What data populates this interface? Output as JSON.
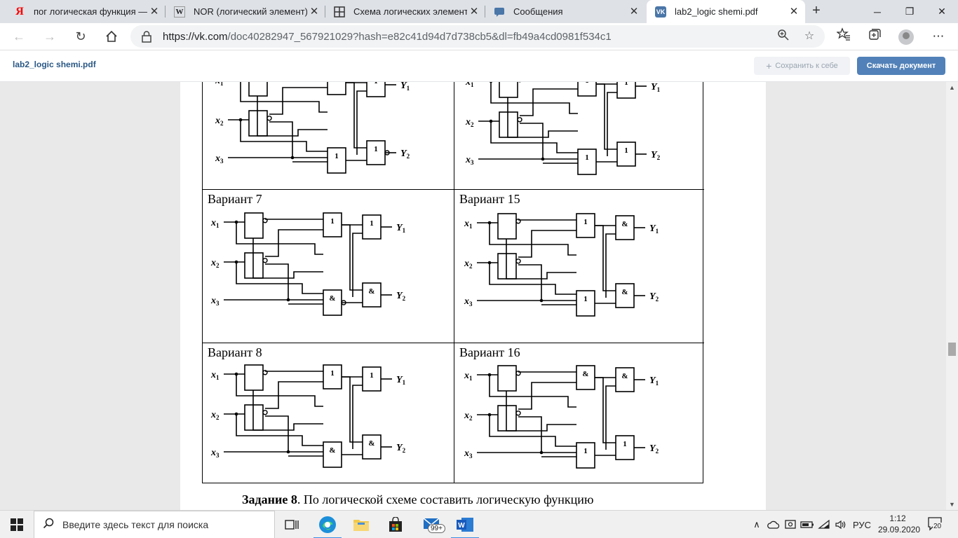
{
  "browser": {
    "tabs": [
      {
        "title": "пог логическая функция — Ян",
        "icon": "yandex-icon",
        "active": false
      },
      {
        "title": "NOR (логический элемент) В",
        "icon": "wikipedia-icon",
        "active": false
      },
      {
        "title": "Схема логических элементов",
        "icon": "grid-icon",
        "active": false
      },
      {
        "title": "Сообщения",
        "icon": "messages-icon",
        "active": false
      },
      {
        "title": "lab2_logic shemi.pdf",
        "icon": "vk-icon",
        "active": true
      }
    ],
    "new_tab": "+",
    "url_host": "https://vk.com",
    "url_path": "/doc40282947_567921029?hash=e82c41d94d7d738cb5&dl=fb49a4cd0981f534c1"
  },
  "doc_header": {
    "title": "lab2_logic shemi.pdf",
    "save_label": "Сохранить к себе",
    "download_label": "Скачать документ"
  },
  "document": {
    "variants": {
      "v7": "Вариант 7",
      "v15": "Вариант 15",
      "v8": "Вариант 8",
      "v16": "Вариант 16"
    },
    "gate_labels": {
      "or": "1",
      "and": "&"
    },
    "signal_labels": {
      "x1": "x",
      "x2": "x",
      "x3": "x",
      "y1": "Y",
      "y2": "Y",
      "sub1": "1",
      "sub2": "2",
      "sub3": "3"
    },
    "task_bold": "Задание 8",
    "task_text": ". По логической схеме составить логическую функцию"
  },
  "taskbar": {
    "search_placeholder": "Введите здесь текст для поиска",
    "mail_badge": "99+",
    "language": "РУС",
    "time": "1:12",
    "date": "29.09.2020",
    "notifications": "20"
  }
}
